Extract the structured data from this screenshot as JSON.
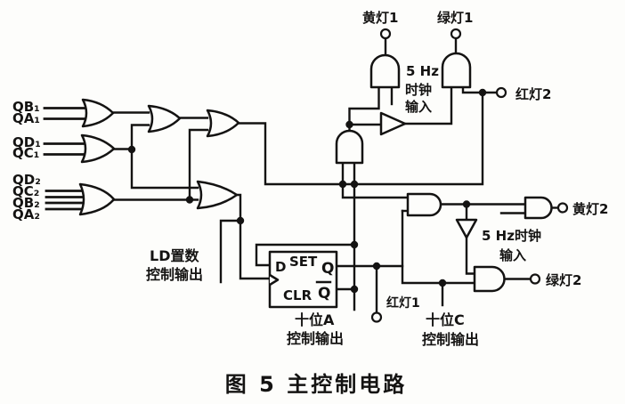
{
  "colors": {
    "ink": "#141312",
    "paper": "#fdfdfb"
  },
  "signal_inputs": {
    "qb1": "QB₁",
    "qa1": "QA₁",
    "qd1": "QD₁",
    "qc1": "QC₁",
    "qd2": "QD₂",
    "qc2": "QC₂",
    "qb2": "QB₂",
    "qa2": "QA₂"
  },
  "lamp_terminals": {
    "yellow1": "黄灯1",
    "green1": "绿灯1",
    "red2": "红灯2",
    "yellow2": "黄灯2",
    "green2": "绿灯2",
    "red1": "红灯1"
  },
  "clock_note_top": {
    "line1": "5 Hz",
    "line2": "时钟",
    "line3": "输入"
  },
  "clock_note_right": {
    "line1": "5 Hz时钟",
    "line2": "输入"
  },
  "control_outputs": {
    "ld_line1": "LD置数",
    "ld_line2": "控制输出",
    "tens_a_line1": "十位A",
    "tens_a_line2": "控制输出",
    "tens_c_line1": "十位C",
    "tens_c_line2": "控制输出"
  },
  "flipflop": {
    "d": "D",
    "set": "SET",
    "q": "Q",
    "clr": "CLR",
    "qbar": "Q"
  },
  "caption": "图 5  主控制电路"
}
